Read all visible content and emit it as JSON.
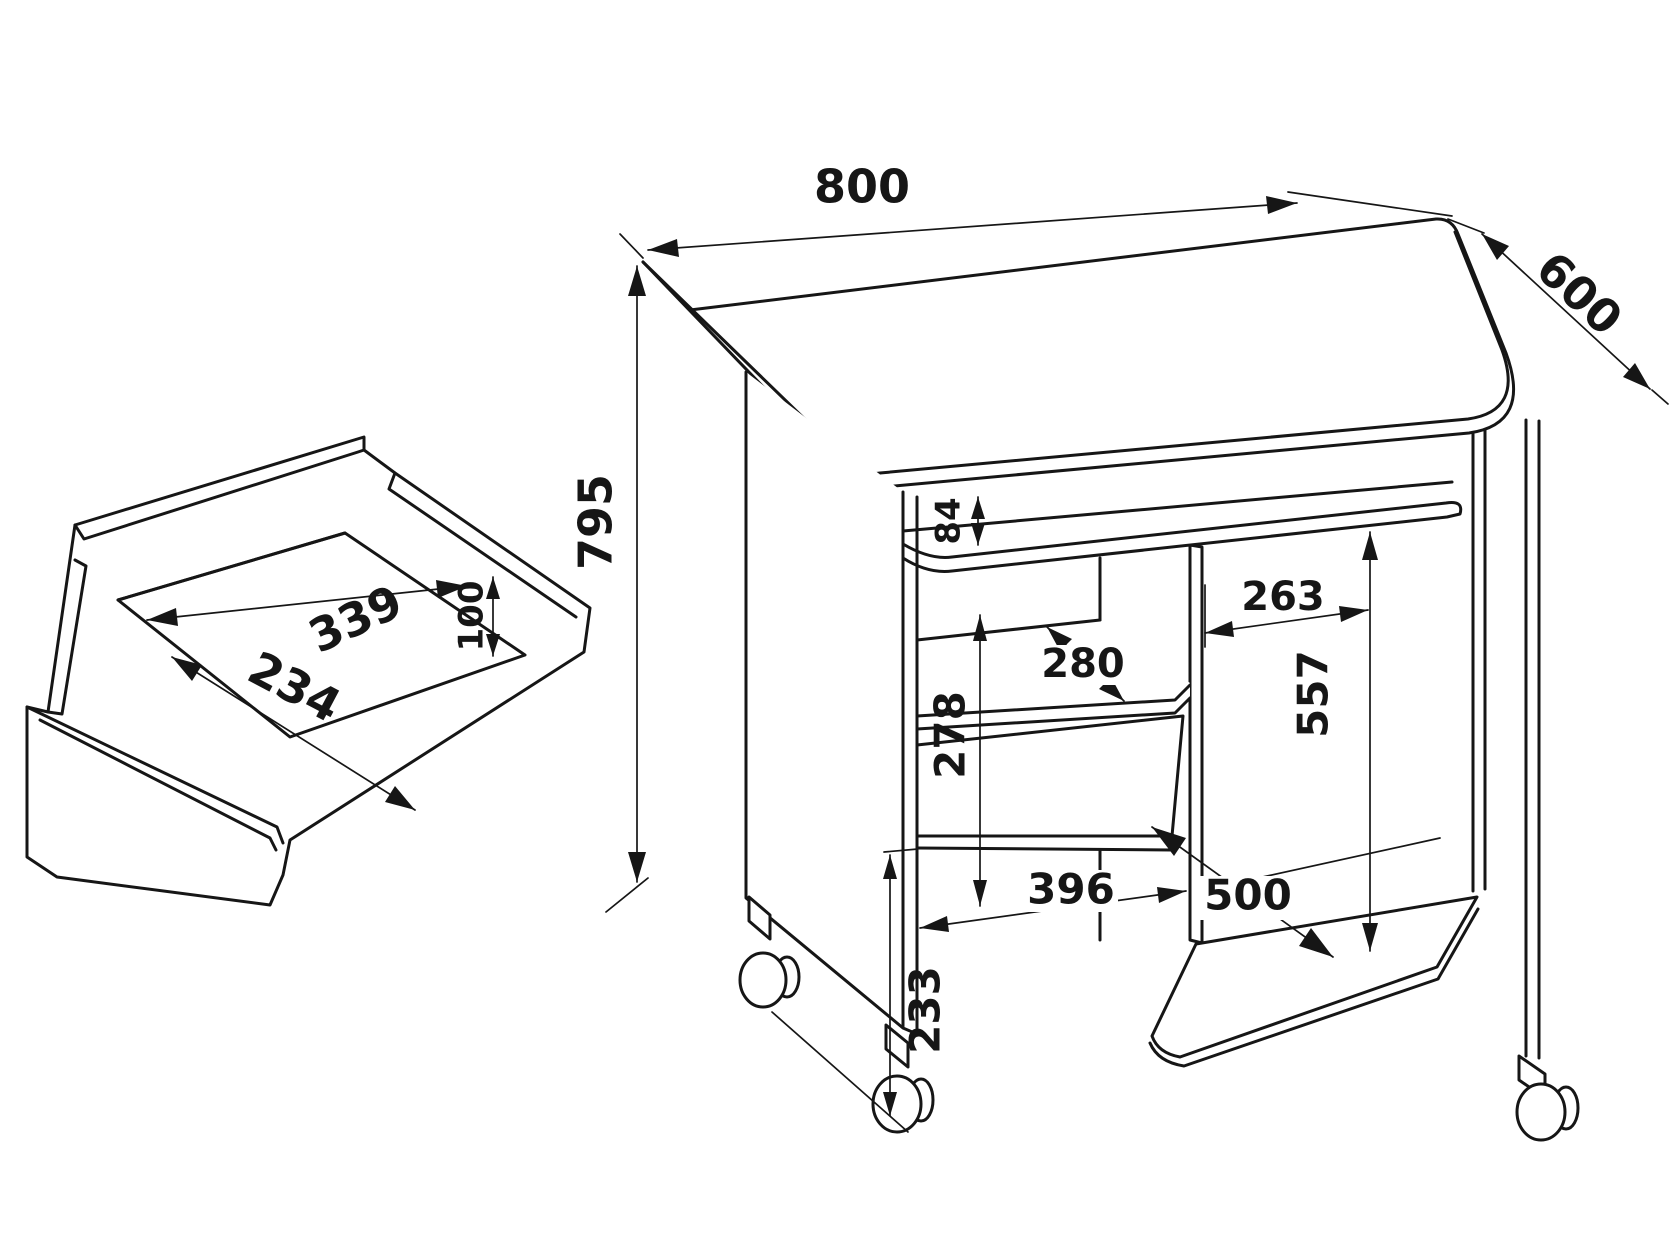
{
  "page": {
    "background": "#ffffff",
    "line_color": "#161616"
  },
  "desk_view": {
    "dim_top_width": "800",
    "dim_top_depth": "600",
    "dim_height": "795",
    "dim_keyboard_tray_drop": "84",
    "dim_tray_to_shelf": "278",
    "dim_shelf_depth": "280",
    "dim_right_bay_width": "263",
    "dim_right_bay_height": "557",
    "dim_left_bay_width": "396",
    "dim_cpu_shelf_depth": "500",
    "dim_drawer_to_floor": "233"
  },
  "drawer_view": {
    "dim_inner_length": "339",
    "dim_inner_width": "234",
    "dim_inner_height": "100"
  }
}
